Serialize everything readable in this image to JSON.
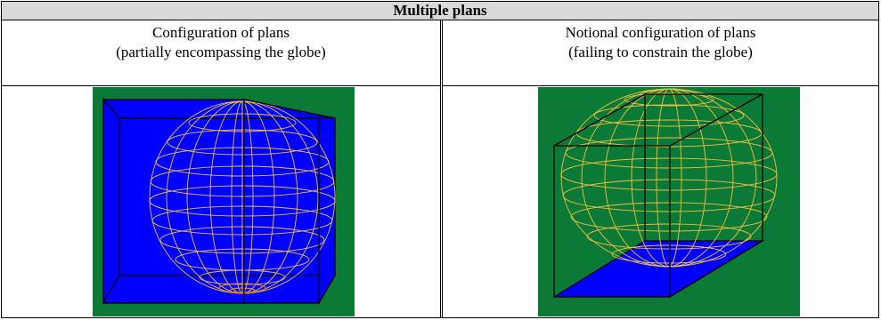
{
  "header": {
    "title": "Multiple plans"
  },
  "columns": [
    {
      "caption_line1": "Configuration of plans",
      "caption_line2": "(partially encompassing the globe)"
    },
    {
      "caption_line1": "Notional configuration of plans",
      "caption_line2": "(failing to constrain the globe)"
    }
  ],
  "colors": {
    "background": "#0c7a37",
    "plane": "#0000ff",
    "edge": "#000000",
    "globe_wire": "#f0c040",
    "globe_wire_dark": "#e08020"
  },
  "icons": {
    "left": "globe-in-box-illustration",
    "right": "globe-exceeding-box-illustration"
  }
}
